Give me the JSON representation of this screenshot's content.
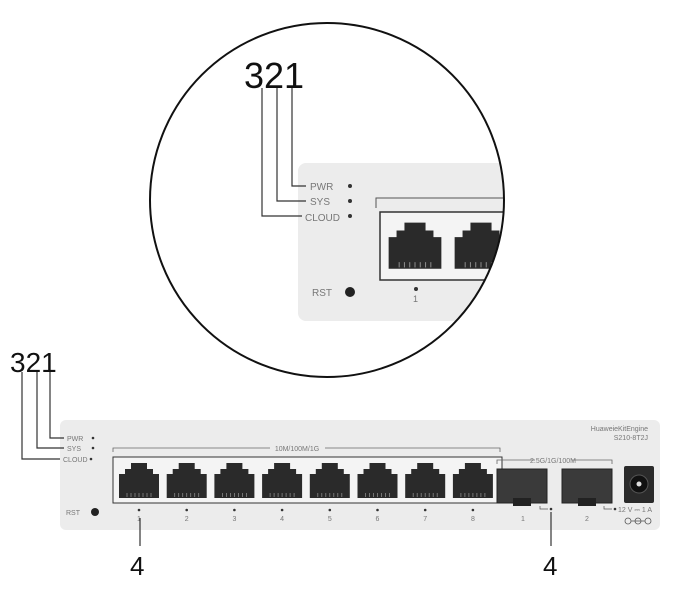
{
  "callouts": {
    "top_number": "321",
    "left_number": "321",
    "port_led_left": "4",
    "port_led_right": "4"
  },
  "zoom": {
    "pwr": "PWR",
    "sys": "SYS",
    "cloud": "CLOUD",
    "rst": "RST",
    "port1": "1"
  },
  "device": {
    "brand": "HuaweieKitEngine",
    "model": "S210-8T2J",
    "pwr": "PWR",
    "sys": "SYS",
    "cloud": "CLOUD",
    "rst": "RST",
    "rj45_group": "10M/100M/1G",
    "sfp_group": "2.5G/1G/100M",
    "rj45_ports": [
      "1",
      "2",
      "3",
      "4",
      "5",
      "6",
      "7",
      "8"
    ],
    "sfp_ports": [
      "1",
      "2"
    ],
    "power_rating": "12 V ⎓ 1 A"
  },
  "colors": {
    "panel": "#ececec",
    "port": "#2a2a2a",
    "line": "#333333"
  }
}
